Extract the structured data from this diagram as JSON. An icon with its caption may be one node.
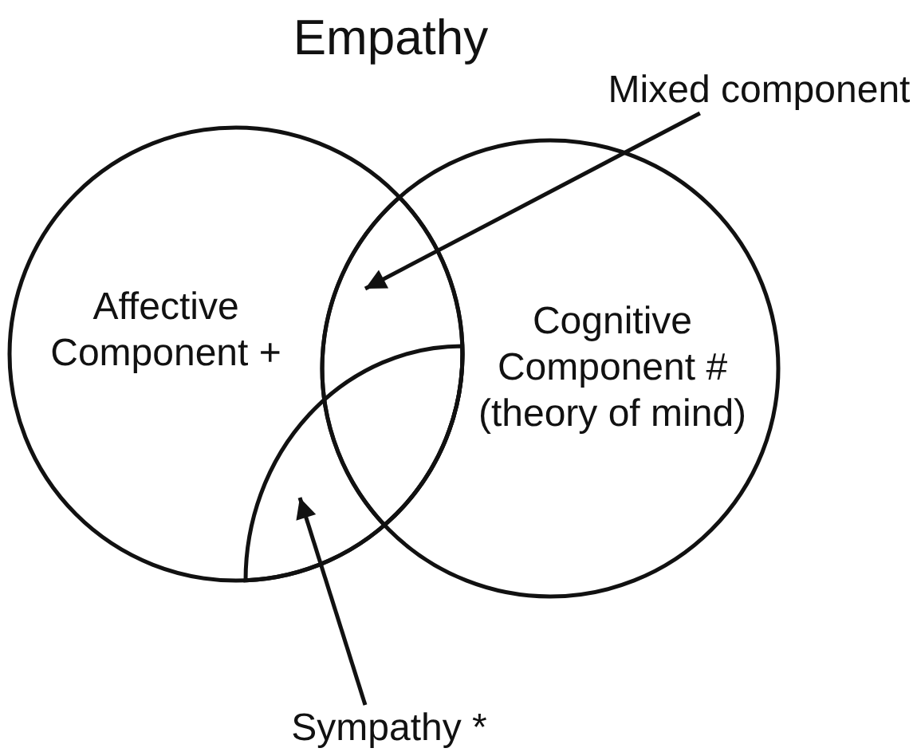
{
  "diagram": {
    "title": "Empathy",
    "nodes": [
      {
        "text": [
          "Mixed component"
        ]
      },
      {
        "text": [
          "Affective Component +"
        ]
      },
      {
        "text": [
          "Cognitive Component # (theory of mind)"
        ]
      },
      {
        "text": [],
        "shape": "lens"
      },
      {
        "text": [],
        "shape": "segment",
        "in": 1
      },
      {
        "text": [
          "Sympathy *"
        ]
      }
    ],
    "edges": [
      {
        "from": 0,
        "to": 3,
        "arrow": "to"
      },
      {
        "from": 5,
        "to": 4,
        "arrow": "to"
      }
    ]
  }
}
